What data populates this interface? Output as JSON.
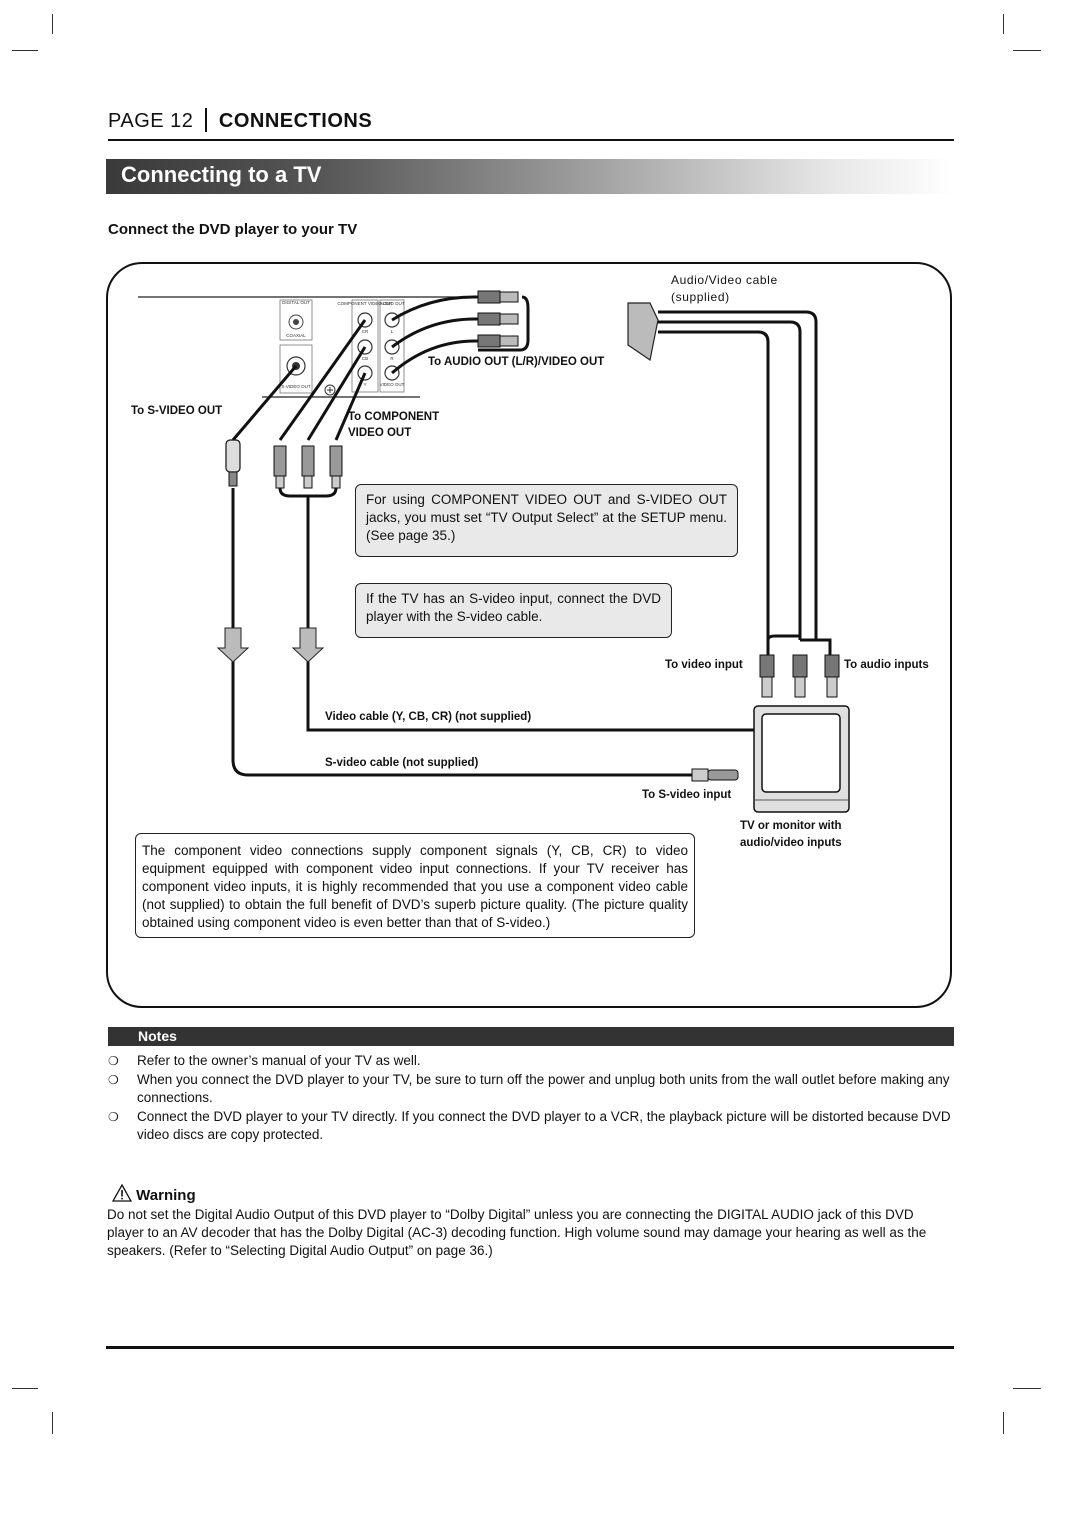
{
  "header": {
    "page": "PAGE 12",
    "section": "CONNECTIONS"
  },
  "banner_title": "Connecting to a TV",
  "subheading": "Connect the DVD player to your TV",
  "diagram": {
    "av_cable_line1": "Audio/Video cable",
    "av_cable_line2": "(supplied)",
    "to_audio_out": "To AUDIO OUT (L/R)/VIDEO OUT",
    "to_svideo_out": "To S-VIDEO OUT",
    "to_component_line1": "To COMPONENT",
    "to_component_line2": "VIDEO OUT",
    "to_video_input": "To video input",
    "to_audio_inputs": "To audio inputs",
    "video_cable": "Video cable (Y, CB, CR) (not supplied)",
    "svideo_cable": "S-video cable (not supplied)",
    "to_svideo_input": "To S-video input",
    "tv_label_line1": "TV or monitor with",
    "tv_label_line2": "audio/video inputs",
    "panel_labels": {
      "digital_out": "DIGITAL OUT",
      "coaxial": "COAXIAL",
      "component_video_out": "COMPONENT VIDEO OUT",
      "audio_out": "AUDIO OUT",
      "cr": "CR",
      "cb": "CB",
      "y": "Y",
      "l": "L",
      "r": "R",
      "video_out": "VIDEO OUT",
      "svideo_out": "S-VIDEO OUT"
    }
  },
  "callout_component": "For using COMPONENT VIDEO OUT and S-VIDEO OUT jacks, you must set “TV Output Select” at the SETUP menu. (See page 35.)",
  "callout_svideo": "If the TV has an S-video input, connect the DVD player with the S-video cable.",
  "info_text": "The component video connections supply component signals (Y, CB, CR) to video equipment equipped with component video input connections. If your TV receiver has component video inputs, it is highly recommended that you use a component video cable (not supplied) to obtain the full benefit of DVD’s superb picture quality. (The picture quality obtained using component video is even better than that of S-video.)",
  "notes_title": "Notes",
  "notes": [
    "Refer to the owner’s manual of your TV as well.",
    "When you connect the DVD player to your TV, be sure to turn off the power and unplug both units from the wall outlet before making any connections.",
    "Connect the DVD player to your TV directly. If you connect the DVD player to a VCR, the playback picture will be distorted because DVD video discs are copy protected."
  ],
  "bullet_glyph": "❍",
  "warning_title": "Warning",
  "warning_text": "Do not set the Digital Audio Output of this DVD player to “Dolby Digital” unless you are connecting the DIGITAL AUDIO jack of this DVD player to an AV decoder that has the Dolby Digital (AC-3) decoding function. High volume sound may damage your hearing as well as the speakers. (Refer to “Selecting Digital Audio Output” on page 36.)"
}
